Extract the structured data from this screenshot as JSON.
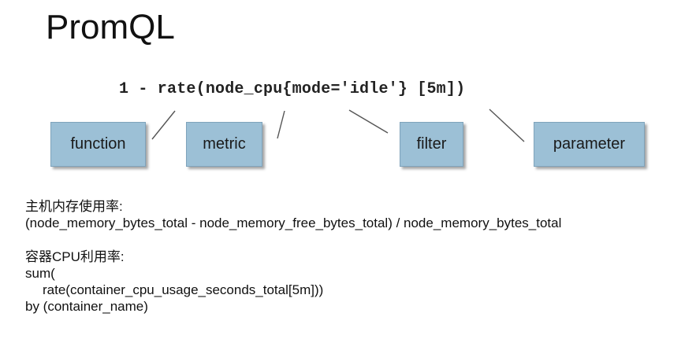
{
  "title": "PromQL",
  "expression": "1 - rate(node_cpu{mode='idle'} [5m])",
  "labels": {
    "function": "function",
    "metric": "metric",
    "filter": "filter",
    "parameter": "parameter"
  },
  "notes": {
    "memory_heading": "主机内存使用率:",
    "memory_query": "(node_memory_bytes_total - node_memory_free_bytes_total) / node_memory_bytes_total",
    "cpu_heading": "容器CPU利用率:",
    "cpu_query_line1": "sum(",
    "cpu_query_line2": "rate(container_cpu_usage_seconds_total[5m]))",
    "cpu_query_line3": "by (container_name)"
  },
  "colors": {
    "box_fill": "#9cc0d6",
    "box_border": "#7fa3bb"
  }
}
